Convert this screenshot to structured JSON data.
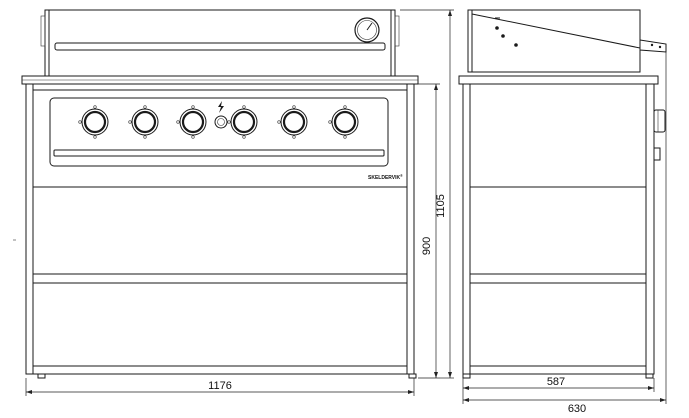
{
  "brand": {
    "name": "SKELDERVIK",
    "mark": "®"
  },
  "dimensions": {
    "front_width": "1176",
    "total_height": "1105",
    "cabinet_height": "900",
    "side_depth_inner": "587",
    "side_depth_outer": "630"
  },
  "controls": {
    "knob_count": 6,
    "ignition_icon": "lightning-bolt-icon",
    "thermometer_icon": "dial-gauge-icon"
  },
  "colors": {
    "line": "#1a1a1a",
    "background": "#ffffff"
  }
}
